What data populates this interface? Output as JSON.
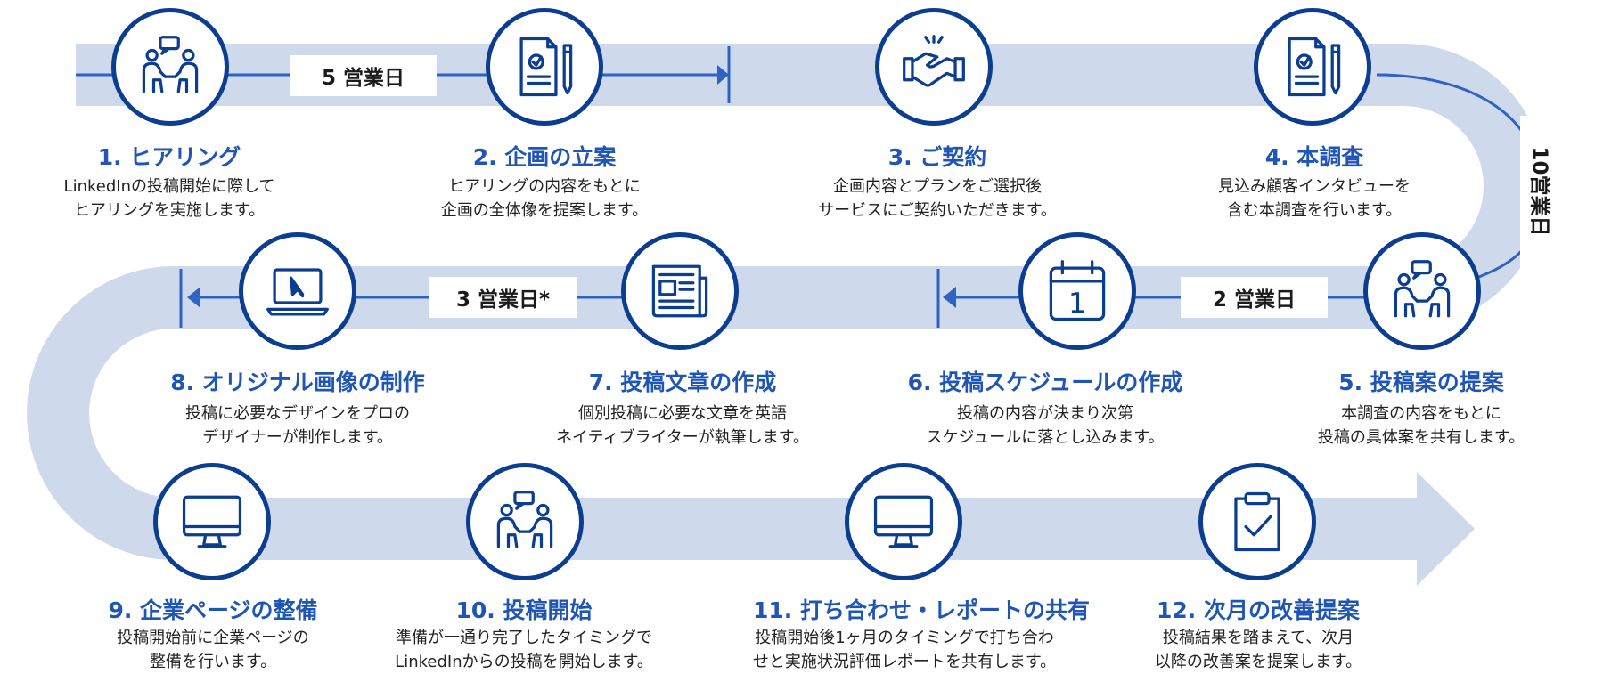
{
  "colors": {
    "band": "#cfd9ec",
    "navy": "#0b3d91",
    "accent": "#1f56b6",
    "line": "#2e62c4"
  },
  "durations": {
    "d1": "5 営業日",
    "d2": "10営業日",
    "d3": "2 営業日",
    "d4": "3 営業日*"
  },
  "steps": [
    {
      "icon": "meeting-icon",
      "title": "1. ヒアリング",
      "desc": [
        "LinkedInの投稿開始に際して",
        "ヒアリングを実施します。"
      ]
    },
    {
      "icon": "document-pen-icon",
      "title": "2. 企画の立案",
      "desc": [
        "ヒアリングの内容をもとに",
        "企画の全体像を提案します。"
      ]
    },
    {
      "icon": "handshake-icon",
      "title": "3. ご契約",
      "desc": [
        "企画内容とプランをご選択後",
        "サービスにご契約いただきます。"
      ]
    },
    {
      "icon": "document-pen-icon",
      "title": "4. 本調査",
      "desc": [
        "見込み顧客インタビューを",
        "含む本調査を行います。"
      ]
    },
    {
      "icon": "meeting-icon",
      "title": "5. 投稿案の提案",
      "desc": [
        "本調査の内容をもとに",
        "投稿の具体案を共有します。"
      ]
    },
    {
      "icon": "calendar-icon",
      "title": "6. 投稿スケジュールの作成",
      "desc": [
        "投稿の内容が決まり次第",
        "スケジュールに落とし込みます。"
      ]
    },
    {
      "icon": "newspaper-icon",
      "title": "7. 投稿文章の作成",
      "desc": [
        "個別投稿に必要な文章を英語",
        "ネイティブライターが執筆します。"
      ]
    },
    {
      "icon": "laptop-icon",
      "title": "8. オリジナル画像の制作",
      "desc": [
        "投稿に必要なデザインをプロの",
        "デザイナーが制作します。"
      ]
    },
    {
      "icon": "monitor-icon",
      "title": "9. 企業ページの整備",
      "desc": [
        "投稿開始前に企業ページの",
        "整備を行います。"
      ]
    },
    {
      "icon": "meeting-icon",
      "title": "10. 投稿開始",
      "desc": [
        "準備が一通り完了したタイミングで",
        "LinkedInからの投稿を開始します。"
      ]
    },
    {
      "icon": "monitor-icon",
      "title": "11. 打ち合わせ・レポートの共有",
      "desc": [
        "投稿開始後1ヶ月のタイミングで打ち合わ",
        "せと実施状況評価レポートを共有します。"
      ]
    },
    {
      "icon": "clipboard-check-icon",
      "title": "12. 次月の改善提案",
      "desc": [
        "投稿結果を踏まえて、次月",
        "以降の改善案を提案します。"
      ]
    }
  ],
  "calendar_digit": "1"
}
